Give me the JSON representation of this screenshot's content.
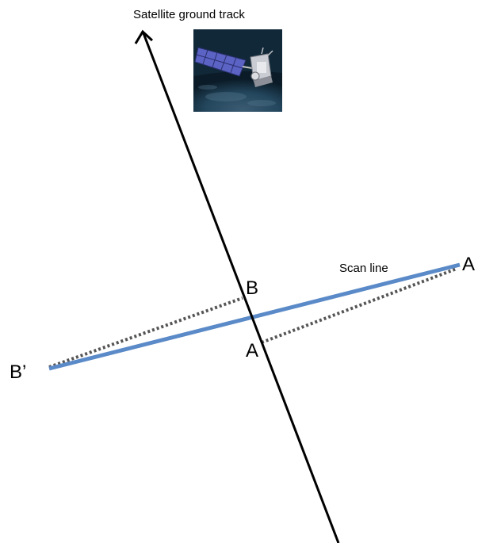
{
  "title": "Satellite ground track",
  "scan_line_label": "Scan line",
  "points": {
    "a_right": "A",
    "b_top": "B",
    "a_bottom": "A",
    "b_prime": "B’"
  },
  "colors": {
    "scan_line": "#5b8ac8",
    "ground_track": "#000000",
    "projection_lines": "#555555",
    "satellite_panel": "#5b63c4",
    "satellite_background": "#102838"
  },
  "icons": {
    "satellite": "satellite-icon",
    "arrow": "arrow-head-icon"
  }
}
